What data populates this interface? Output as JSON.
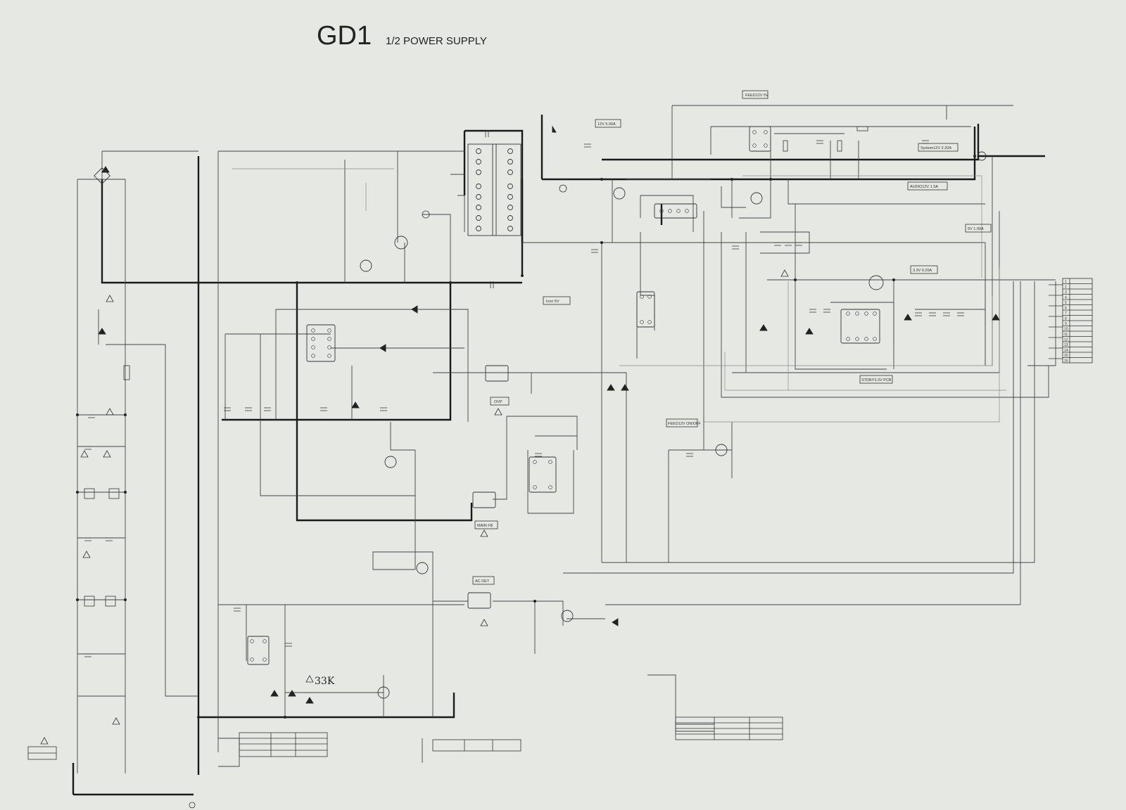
{
  "title": {
    "main": "GD1",
    "sub": "1/2 POWER SUPPLY"
  },
  "net_labels": {
    "feed12v": "FEED12V 5V",
    "v12": "12V 5.00A",
    "system": "System12V 2.20A",
    "audio": "AUDIO12V 1.5A",
    "v5": "5V 1.00A",
    "v33": "3.3V 0.20A",
    "icon5v": "Icon 5V",
    "stdby": "STDBY3.3V PCB",
    "ovp": "OVP",
    "feed_onoff": "FEED12V ON/OFF",
    "main_fb": "MAIN FB",
    "ac_det": "AC DET",
    "handwritten": "33K"
  },
  "connector_pins": [
    "1",
    "2",
    "3",
    "4",
    "5",
    "6",
    "7",
    "8",
    "9",
    "10",
    "11",
    "12",
    "13",
    "14",
    "15",
    "16"
  ],
  "colors": {
    "background": "#e6e9e3",
    "ink": "#222222",
    "thin": "#555555",
    "faint": "#888888"
  }
}
